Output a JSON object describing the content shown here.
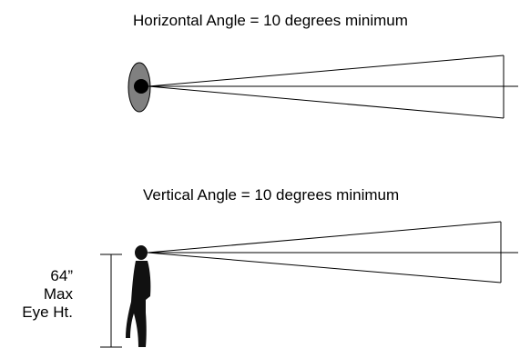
{
  "horizontal_view": {
    "title": "Horizontal Angle = 10 degrees minimum"
  },
  "vertical_view": {
    "title": "Vertical Angle = 10 degrees minimum"
  },
  "eye_height": {
    "value": "64”",
    "line2": "Max",
    "line3": "Eye Ht."
  },
  "colors": {
    "line": "#000000",
    "head_outline": "#808080",
    "eye": "#000000",
    "figure": "#111111",
    "background": "#ffffff"
  }
}
